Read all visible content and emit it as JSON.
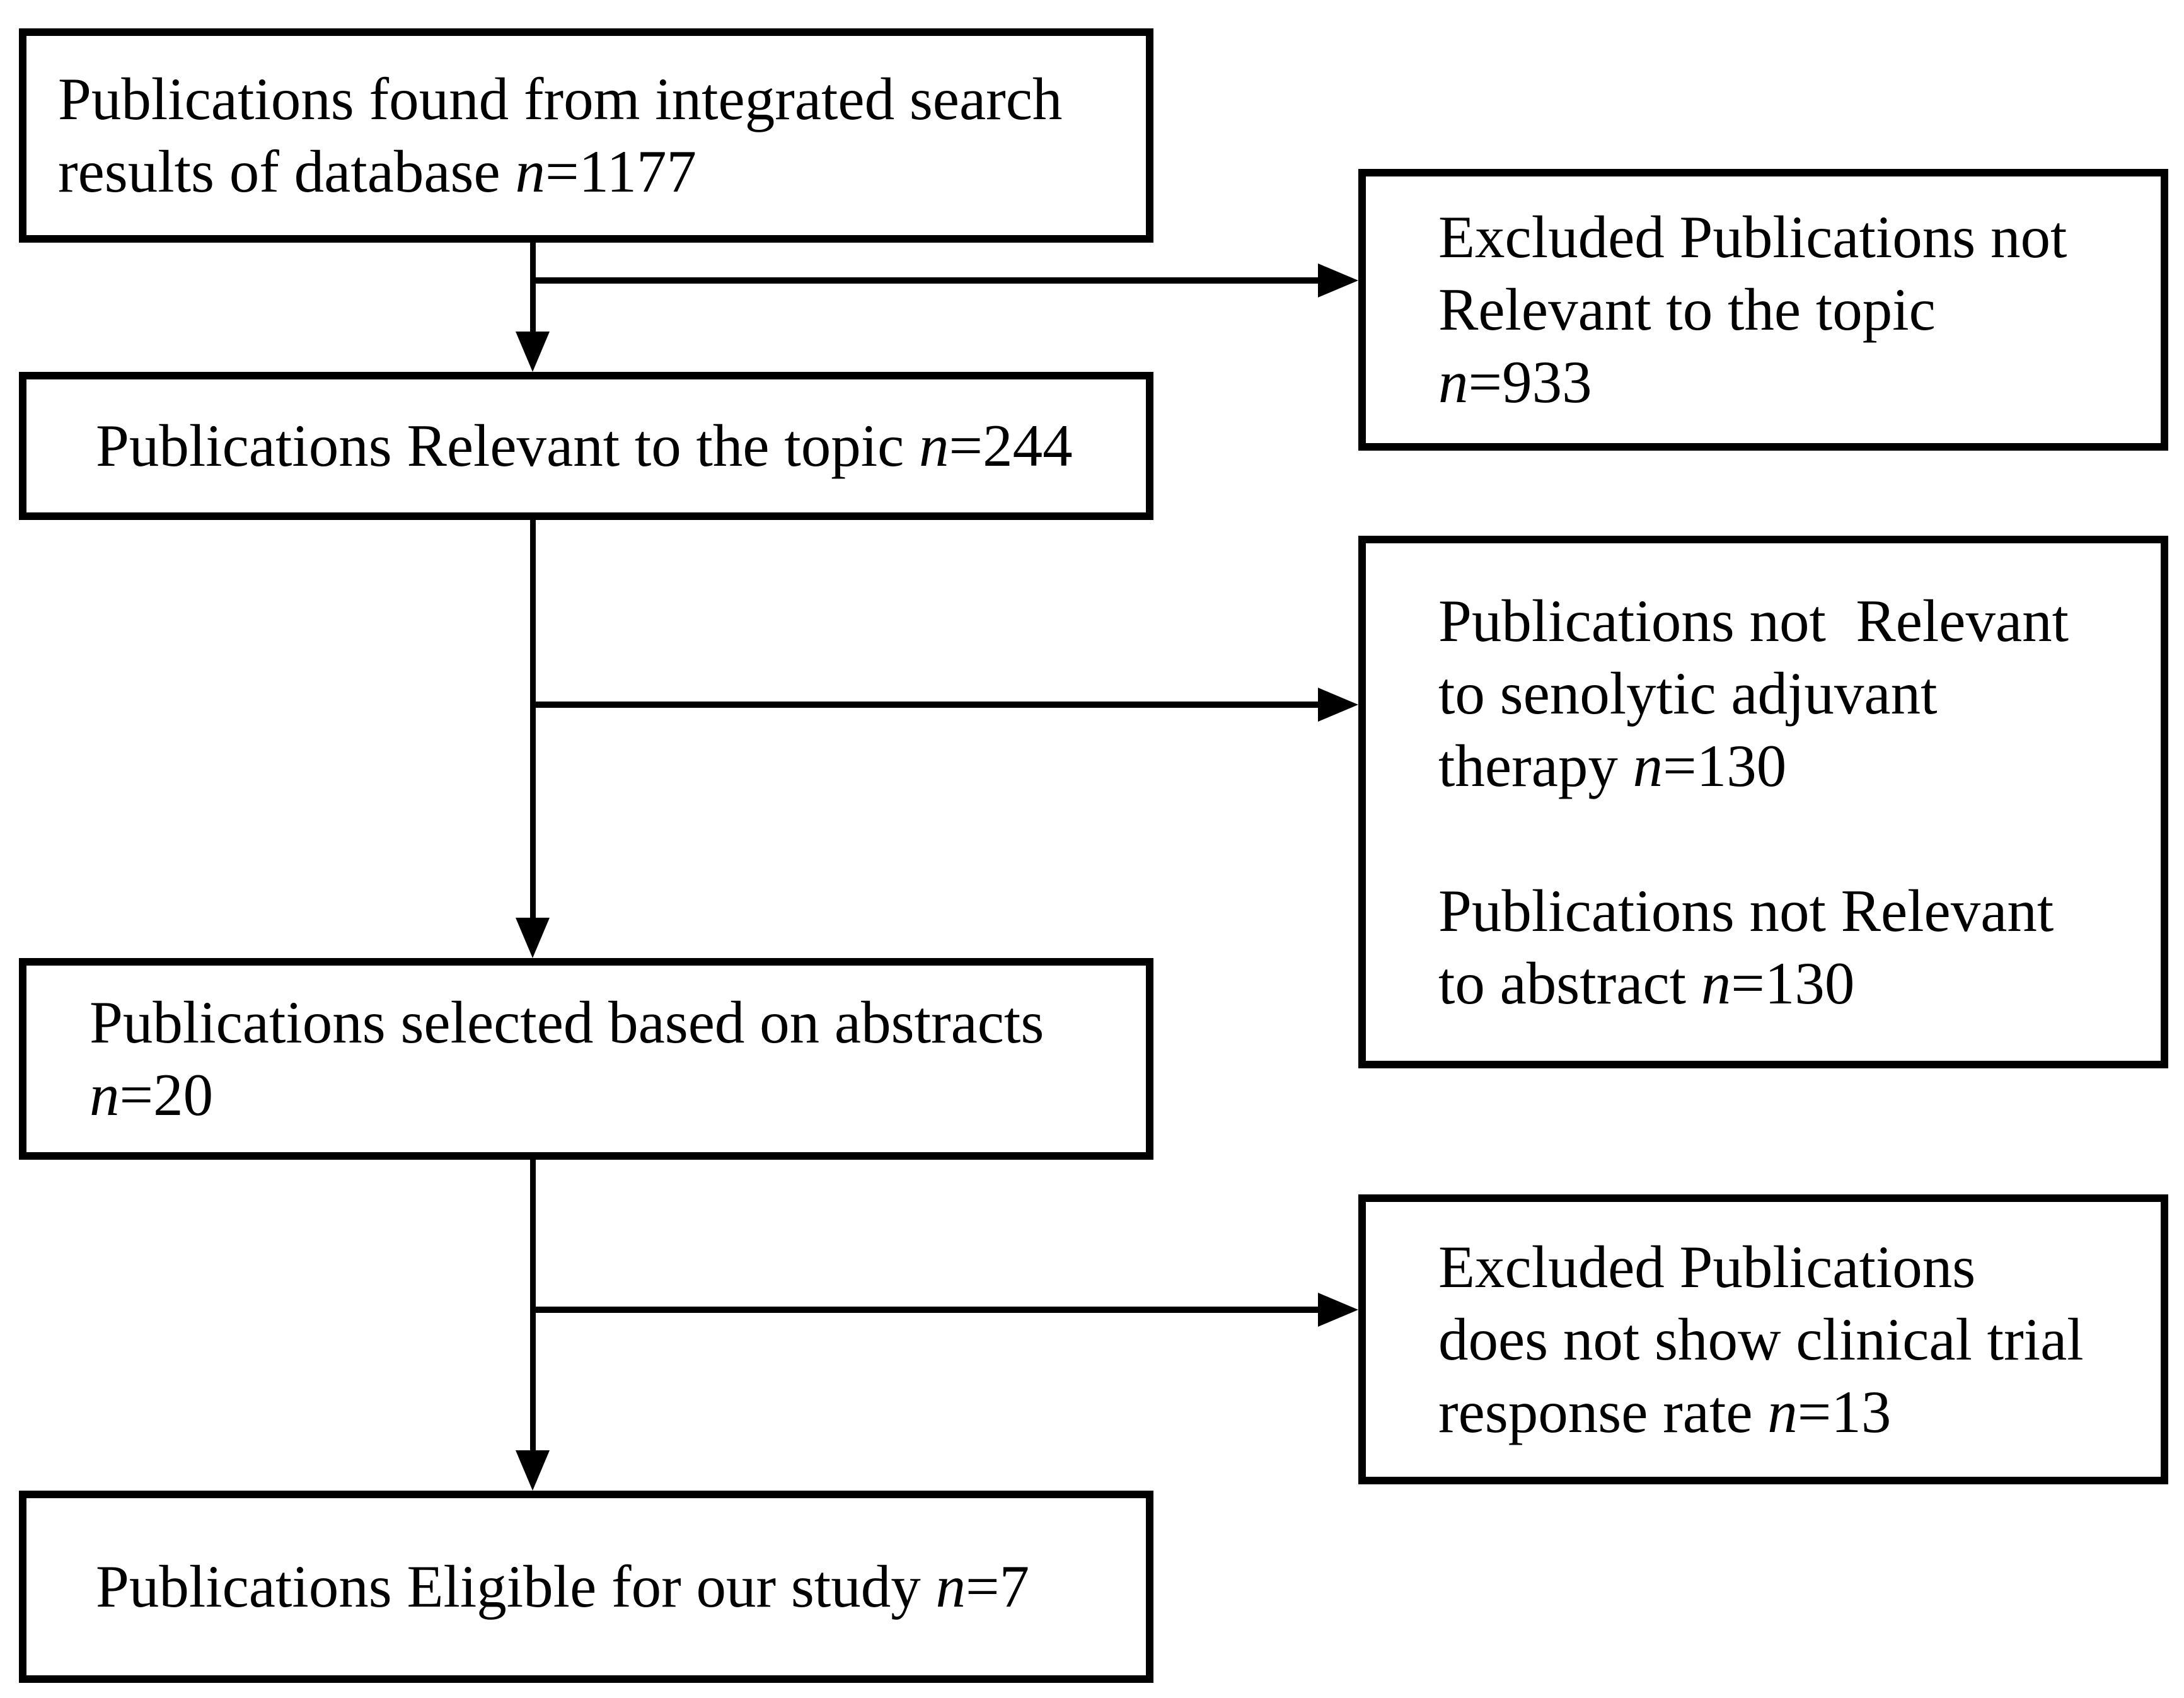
{
  "figure": {
    "type": "flowchart",
    "background": "#ffffff",
    "line_color": "#000000",
    "text_color": "#000000"
  },
  "boxes": {
    "found": {
      "line1": "Publications found from integrated search",
      "line2_pre": "results of database ",
      "n": "n",
      "line2_num": "=1177"
    },
    "relevant": {
      "line1_pre": "Publications Relevant to the topic ",
      "n": "n",
      "line1_num": "=244"
    },
    "abstracts": {
      "line1": "Publications selected based on abstracts",
      "n": "n",
      "line2_num": "=20"
    },
    "eligible": {
      "line1_pre": "Publications Eligible for our study ",
      "n": "n",
      "line1_num": "=7"
    },
    "excluded_topic": {
      "line1": "Excluded Publications not",
      "line2": "Relevant to the topic",
      "n": "n",
      "line3_num": "=933"
    },
    "not_relevant": {
      "line1": "Publications not  Relevant",
      "line2": "to senolytic adjuvant",
      "line3_pre": "therapy ",
      "n1": "n",
      "line3_num": "=130",
      "line4": "Publications not Relevant",
      "line5_pre": "to abstract ",
      "n2": "n",
      "line5_num": "=130"
    },
    "excluded_response": {
      "line1": "Excluded Publications",
      "line2": "does not show clinical trial",
      "line3_pre": "response rate ",
      "n": "n",
      "line3_num": "=13"
    }
  }
}
